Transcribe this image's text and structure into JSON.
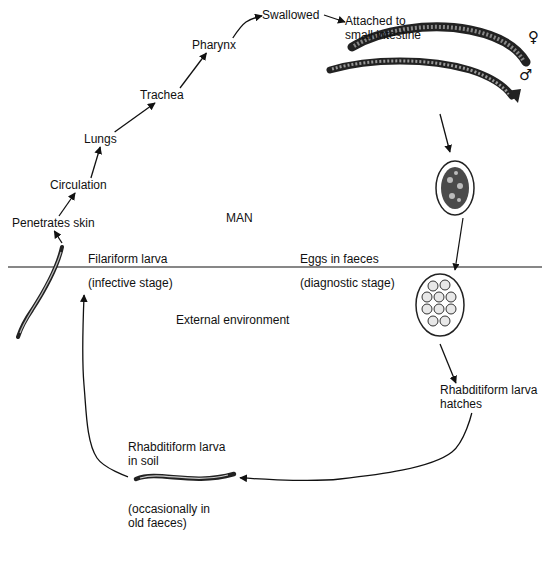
{
  "diagram": {
    "nodes": [
      {
        "text": [
          "Swallowed"
        ]
      },
      {
        "text": [
          "Attached to small intestine"
        ]
      },
      {
        "text": [
          "Pharynx"
        ]
      },
      {
        "text": [
          "Trachea"
        ]
      },
      {
        "text": [
          "Lungs"
        ]
      },
      {
        "text": [
          "Circulation"
        ]
      },
      {
        "text": [
          "Penetrates skin"
        ]
      },
      {
        "text": [
          "Filariform larva",
          "(infective stage)"
        ]
      },
      {
        "text": [
          "Eggs in faeces",
          "(diagnostic stage)"
        ]
      },
      {
        "text": [
          "Rhabditiform larva hatches"
        ]
      },
      {
        "text": [
          "Rhabditiform larva in soil",
          "(occasionally in old faeces)"
        ]
      }
    ],
    "edges": [
      {
        "from": 6,
        "to": 5,
        "arrow": "to"
      },
      {
        "from": 5,
        "to": 4,
        "arrow": "to"
      },
      {
        "from": 4,
        "to": 3,
        "arrow": "to"
      },
      {
        "from": 3,
        "to": 2,
        "arrow": "to"
      },
      {
        "from": 2,
        "to": 0,
        "arrow": "to"
      },
      {
        "from": 0,
        "to": 1,
        "arrow": "to"
      },
      {
        "from": 1,
        "to": 8,
        "arrow": "to"
      },
      {
        "from": 8,
        "to": 9,
        "arrow": "to"
      },
      {
        "from": 9,
        "to": 10,
        "arrow": "to"
      },
      {
        "from": 10,
        "to": 7,
        "arrow": "to"
      },
      {
        "from": 7,
        "to": 6,
        "arrow": "to"
      }
    ],
    "labels": [
      "MAN",
      "External environment",
      "♀",
      "♂"
    ]
  }
}
